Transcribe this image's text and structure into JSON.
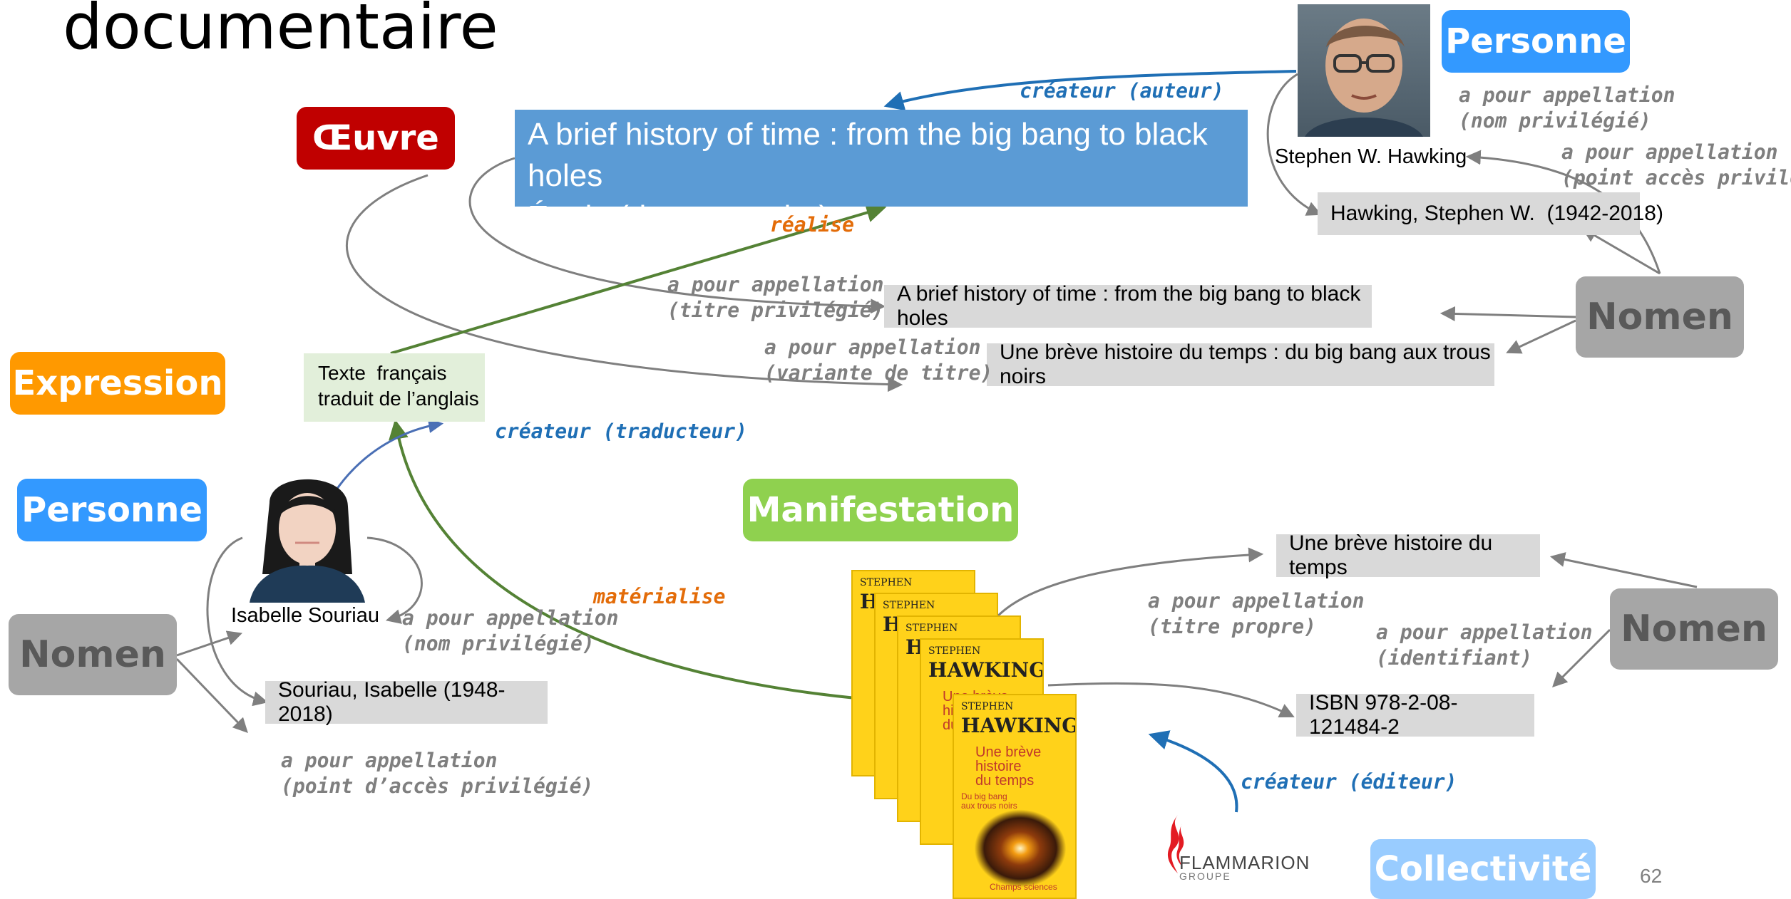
{
  "slide_title": "documentaire",
  "page_number": "62",
  "badges": {
    "oeuvre": "Œuvre",
    "expression": "Expression",
    "personne_left": "Personne",
    "personne_right": "Personne",
    "manifestation": "Manifestation",
    "collectivite": "Collectivité",
    "nomen_left": "Nomen",
    "nomen_right_top": "Nomen",
    "nomen_right_bottom": "Nomen"
  },
  "work_box": {
    "line1": "A brief history of time : from the big bang to black holes",
    "line2": "Étude (documentaire)"
  },
  "boxes": {
    "hawking_access": "Hawking, Stephen W.  (1942-2018)",
    "title_en": "A brief history of time : from the big bang to black holes",
    "title_fr": "Une brève histoire du temps : du big bang aux trous noirs",
    "souriau_access": "Souriau, Isabelle (1948-2018)",
    "title_proper": "Une brève histoire du temps",
    "isbn": "ISBN 978-2-08-121484-2"
  },
  "expression_box": {
    "line1": "Texte  français",
    "line2": "traduit de l’anglais"
  },
  "names": {
    "hawking": "Stephen W. Hawking",
    "souriau": "Isabelle Souriau"
  },
  "labels": {
    "createur_auteur": "créateur (auteur)",
    "pour_appellation_nom_priv_right": "a pour appellation\n(nom privilégié)",
    "pour_appellation_point_acces_right": "a pour appellation\n(point accès privilégié)",
    "realise": "réalise",
    "pour_appellation_titre_priv": "a pour appellation\n(titre privilégié)",
    "pour_appellation_variante": "a pour appellation\n(variante de titre)",
    "createur_traducteur": "créateur (traducteur)",
    "materialise": "matérialise",
    "pour_appellation_nom_priv_left": "a pour appellation\n(nom privilégié)",
    "pour_appellation_point_acces_left": "a pour appellation\n(point d’accès privilégié)",
    "pour_appellation_titre_propre": "a pour appellation\n(titre propre)",
    "pour_appellation_identifiant": "a pour appellation\n(identifiant)",
    "createur_editeur": "créateur (éditeur)"
  },
  "book_cover": {
    "author_first": "STEPHEN",
    "author_last": "HAWKING",
    "title": "Une brève\nhistoire\ndu temps",
    "subtitle": "Du big bang\naux trous noirs",
    "series": "Champs sciences"
  },
  "publisher_logo": {
    "name": "FLAMMARION",
    "group": "GROUPE"
  },
  "colors": {
    "oeuvre": "#c00000",
    "expression": "#ff9900",
    "personne": "#3399ff",
    "manifestation": "#8fd14f",
    "collectivite": "#99ccff",
    "nomen": "#a6a6a6",
    "work_box": "#5b9bd5",
    "expression_box": "#e2efda",
    "gray_box": "#d9d9d9",
    "arrow_blue": "#1f6fb5",
    "arrow_green": "#548235",
    "arrow_gray": "#7f7f7f",
    "label_orange": "#e36c09"
  }
}
